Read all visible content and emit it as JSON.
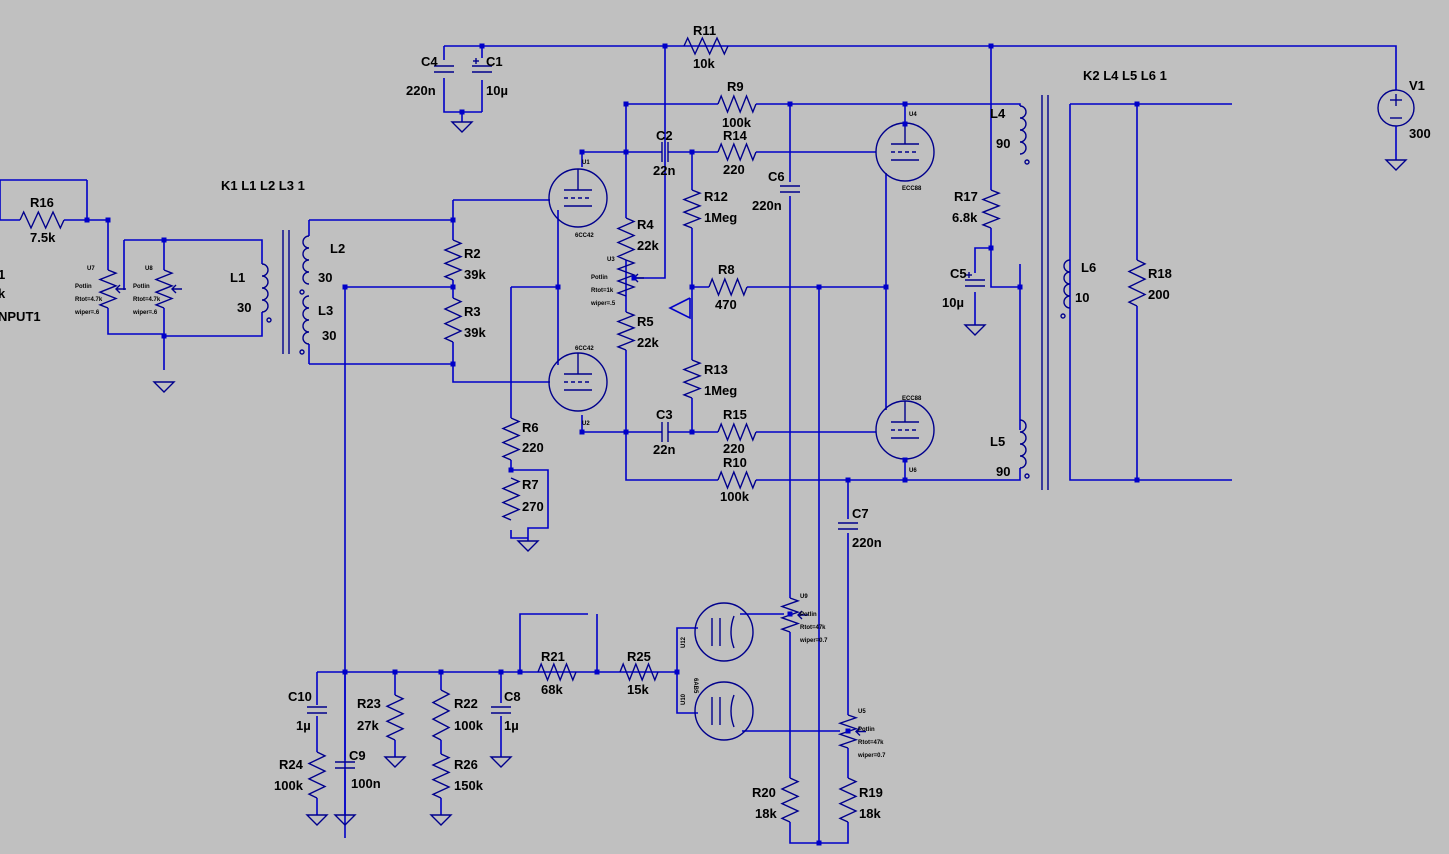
{
  "schematic": {
    "wire_color": "#0000c8",
    "part_color": "#00008c",
    "background": "#c0c0c0",
    "directives": [
      "K1 L1 L2 L3 1",
      "K2 L4 L5 L6 1"
    ],
    "components": [
      {
        "id": "R11",
        "kind": "resistor",
        "name": "R11",
        "value": "10k"
      },
      {
        "id": "R9",
        "kind": "resistor",
        "name": "R9",
        "value": "100k"
      },
      {
        "id": "R14",
        "kind": "resistor",
        "name": "R14",
        "value": "220"
      },
      {
        "id": "R12",
        "kind": "resistor",
        "name": "R12",
        "value": "1Meg"
      },
      {
        "id": "R8",
        "kind": "resistor",
        "name": "R8",
        "value": "470"
      },
      {
        "id": "R13",
        "kind": "resistor",
        "name": "R13",
        "value": "1Meg"
      },
      {
        "id": "R15",
        "kind": "resistor",
        "name": "R15",
        "value": "220"
      },
      {
        "id": "R10",
        "kind": "resistor",
        "name": "R10",
        "value": "100k"
      },
      {
        "id": "R4",
        "kind": "resistor",
        "name": "R4",
        "value": "22k"
      },
      {
        "id": "R5",
        "kind": "resistor",
        "name": "R5",
        "value": "22k"
      },
      {
        "id": "R2",
        "kind": "resistor",
        "name": "R2",
        "value": "39k"
      },
      {
        "id": "R3",
        "kind": "resistor",
        "name": "R3",
        "value": "39k"
      },
      {
        "id": "R6",
        "kind": "resistor",
        "name": "R6",
        "value": "220"
      },
      {
        "id": "R7",
        "kind": "resistor",
        "name": "R7",
        "value": "270"
      },
      {
        "id": "R16",
        "kind": "resistor",
        "name": "R16",
        "value": "7.5k"
      },
      {
        "id": "R17",
        "kind": "resistor",
        "name": "R17",
        "value": "6.8k"
      },
      {
        "id": "R18",
        "kind": "resistor",
        "name": "R18",
        "value": "200"
      },
      {
        "id": "R21",
        "kind": "resistor",
        "name": "R21",
        "value": "68k"
      },
      {
        "id": "R25",
        "kind": "resistor",
        "name": "R25",
        "value": "15k"
      },
      {
        "id": "R23",
        "kind": "resistor",
        "name": "R23",
        "value": "27k"
      },
      {
        "id": "R22",
        "kind": "resistor",
        "name": "R22",
        "value": "100k"
      },
      {
        "id": "R26",
        "kind": "resistor",
        "name": "R26",
        "value": "150k"
      },
      {
        "id": "R24",
        "kind": "resistor",
        "name": "R24",
        "value": "100k"
      },
      {
        "id": "R20",
        "kind": "resistor",
        "name": "R20",
        "value": "18k"
      },
      {
        "id": "R19",
        "kind": "resistor",
        "name": "R19",
        "value": "18k"
      },
      {
        "id": "C4",
        "kind": "capacitor",
        "name": "C4",
        "value": "220n"
      },
      {
        "id": "C1",
        "kind": "capacitor",
        "name": "C1",
        "value": "10µ"
      },
      {
        "id": "C2",
        "kind": "capacitor",
        "name": "C2",
        "value": "22n"
      },
      {
        "id": "C3",
        "kind": "capacitor",
        "name": "C3",
        "value": "22n"
      },
      {
        "id": "C5",
        "kind": "capacitor",
        "name": "C5",
        "value": "10µ"
      },
      {
        "id": "C6",
        "kind": "capacitor",
        "name": "C6",
        "value": "220n"
      },
      {
        "id": "C7",
        "kind": "capacitor",
        "name": "C7",
        "value": "220n"
      },
      {
        "id": "C8",
        "kind": "capacitor",
        "name": "C8",
        "value": "1µ"
      },
      {
        "id": "C9",
        "kind": "capacitor",
        "name": "C9",
        "value": "100n"
      },
      {
        "id": "C10",
        "kind": "capacitor",
        "name": "C10",
        "value": "1µ"
      },
      {
        "id": "L1",
        "kind": "inductor",
        "name": "L1",
        "value": "30"
      },
      {
        "id": "L2",
        "kind": "inductor",
        "name": "L2",
        "value": "30"
      },
      {
        "id": "L3",
        "kind": "inductor",
        "name": "L3",
        "value": "30"
      },
      {
        "id": "L4",
        "kind": "inductor",
        "name": "L4",
        "value": "90"
      },
      {
        "id": "L5",
        "kind": "inductor",
        "name": "L5",
        "value": "90"
      },
      {
        "id": "L6",
        "kind": "inductor",
        "name": "L6",
        "value": "10"
      },
      {
        "id": "V1",
        "kind": "voltage-source",
        "name": "V1",
        "value": "300"
      }
    ],
    "tubes": [
      {
        "id": "U1",
        "name": "U1",
        "model": "6CC42"
      },
      {
        "id": "U2",
        "name": "U2",
        "model": "6CC42"
      },
      {
        "id": "U4",
        "name": "U4",
        "model": "ECC88"
      },
      {
        "id": "U6",
        "name": "U6",
        "model": "ECC88"
      },
      {
        "id": "U12",
        "name": "U12",
        "model": "6AB5"
      },
      {
        "id": "U10",
        "name": "U10",
        "model": ""
      }
    ],
    "pots": [
      {
        "id": "U7",
        "name": "U7",
        "lines": [
          "Potlin",
          "Rtot=4.7k",
          "wiper=.6"
        ]
      },
      {
        "id": "U8",
        "name": "U8",
        "lines": [
          "Potlin",
          "Rtot=4.7k",
          "wiper=.6"
        ]
      },
      {
        "id": "U3",
        "name": "U3",
        "lines": [
          "Potlin",
          "Rtot=1k",
          "wiper=.5"
        ]
      },
      {
        "id": "U9",
        "name": "U9",
        "lines": [
          "Potlin",
          "Rtot=47k",
          "wiper=0.7"
        ]
      },
      {
        "id": "U5",
        "name": "U5",
        "lines": [
          "Potlin",
          "Rtot=47k",
          "wiper=0.7"
        ]
      }
    ],
    "input_source": {
      "name": "1",
      "value": "k",
      "label": "NPUT1"
    }
  }
}
